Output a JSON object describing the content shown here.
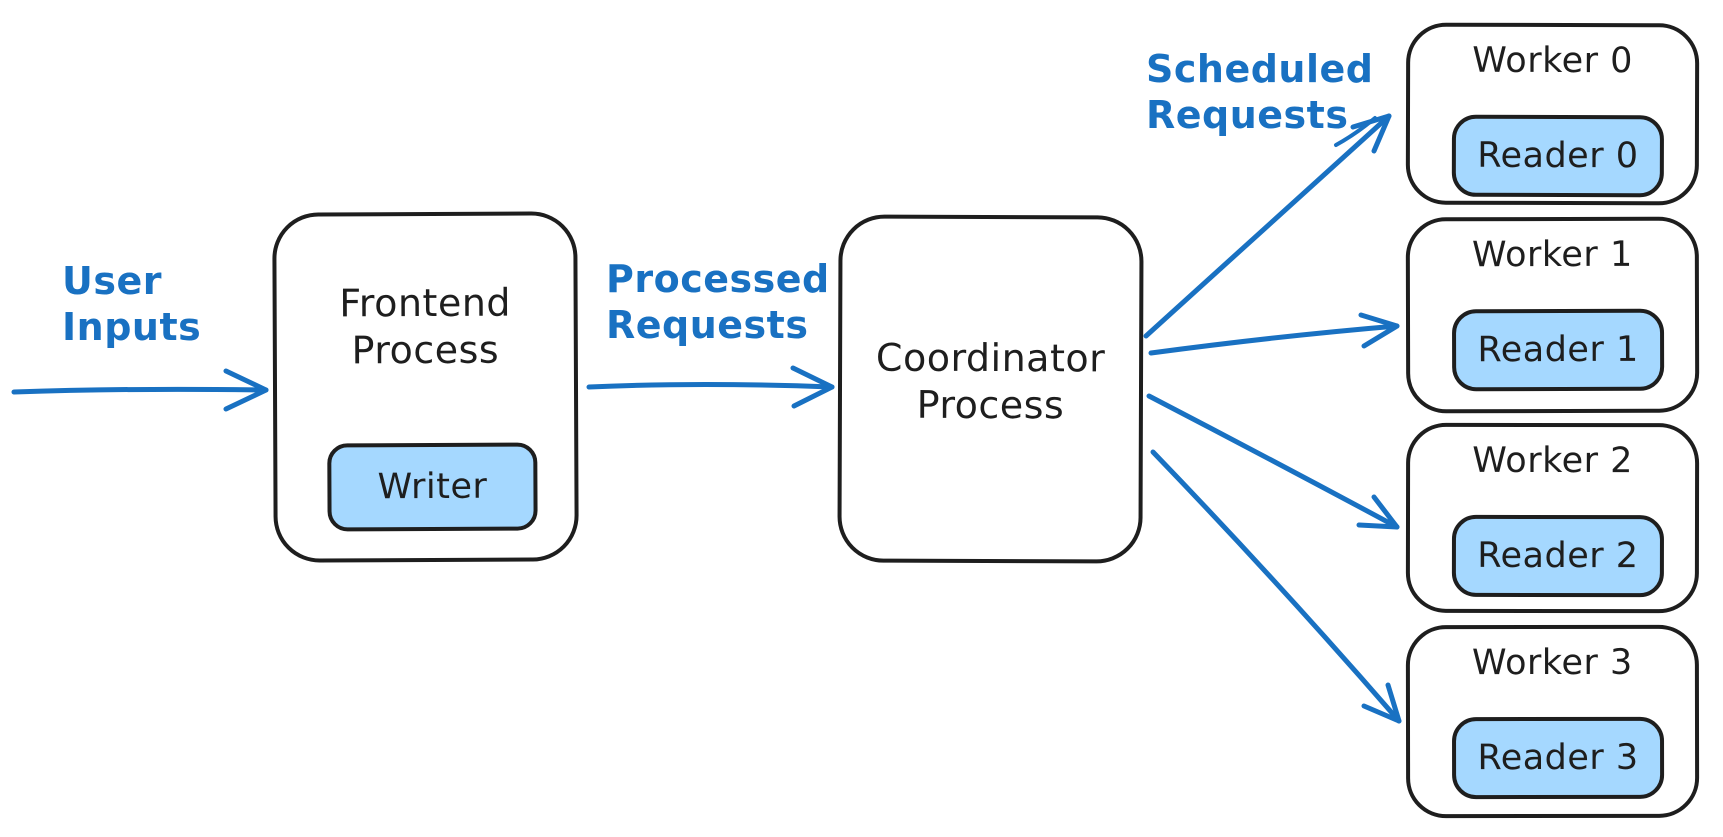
{
  "diagram": {
    "colors": {
      "accent_blue": "#1971c2",
      "light_blue_fill": "#a5d8ff",
      "ink": "#1e1e1e",
      "background": "#ffffff"
    },
    "annotations": {
      "user_inputs": {
        "line1": "User",
        "line2": "Inputs"
      },
      "processed_requests": {
        "line1": "Processed",
        "line2": "Requests"
      },
      "scheduled_requests": {
        "line1": "Scheduled",
        "line2": "Requests"
      }
    },
    "nodes": {
      "frontend": {
        "title_line1": "Frontend",
        "title_line2": "Process",
        "child_label": "Writer"
      },
      "coordinator": {
        "title_line1": "Coordinator",
        "title_line2": "Process"
      },
      "workers": [
        {
          "title": "Worker 0",
          "reader_label": "Reader 0"
        },
        {
          "title": "Worker 1",
          "reader_label": "Reader 1"
        },
        {
          "title": "Worker 2",
          "reader_label": "Reader 2"
        },
        {
          "title": "Worker 3",
          "reader_label": "Reader 3"
        }
      ]
    },
    "edges": [
      {
        "from": "user",
        "to": "frontend-process",
        "label": "User Inputs"
      },
      {
        "from": "frontend-process",
        "to": "coordinator-process",
        "label": "Processed Requests"
      },
      {
        "from": "coordinator-process",
        "to": "worker-0",
        "label": "Scheduled Requests"
      },
      {
        "from": "coordinator-process",
        "to": "worker-1",
        "label": "Scheduled Requests"
      },
      {
        "from": "coordinator-process",
        "to": "worker-2",
        "label": "Scheduled Requests"
      },
      {
        "from": "coordinator-process",
        "to": "worker-3",
        "label": "Scheduled Requests"
      }
    ]
  }
}
